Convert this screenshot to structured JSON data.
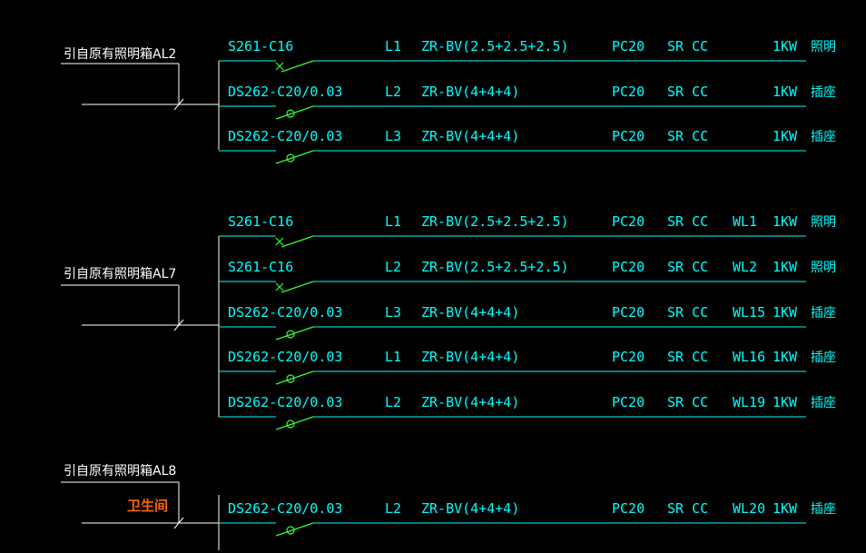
{
  "colors": {
    "background": "#000000",
    "line": "#00ffff",
    "switch": "#33ff33",
    "source": "#ffffff",
    "room_label": "#ff6600"
  },
  "groups": [
    {
      "source_label": "引自原有照明箱",
      "panel": "AL2",
      "room_label": "",
      "circuits": [
        {
          "breaker": "S261-C16",
          "rcd": false,
          "phase": "L1",
          "cable": "ZR-BV(2.5+2.5+2.5)",
          "conduit": "PC20",
          "method": "SR CC",
          "circuit_id": "",
          "power": "1KW",
          "use": "照明"
        },
        {
          "breaker": "DS262-C20/0.03",
          "rcd": true,
          "phase": "L2",
          "cable": "ZR-BV(4+4+4)",
          "conduit": "PC20",
          "method": "SR CC",
          "circuit_id": "",
          "power": "1KW",
          "use": "插座"
        },
        {
          "breaker": "DS262-C20/0.03",
          "rcd": true,
          "phase": "L3",
          "cable": "ZR-BV(4+4+4)",
          "conduit": "PC20",
          "method": "SR CC",
          "circuit_id": "",
          "power": "1KW",
          "use": "插座"
        }
      ]
    },
    {
      "source_label": "引自原有照明箱",
      "panel": "AL7",
      "room_label": "",
      "circuits": [
        {
          "breaker": "S261-C16",
          "rcd": false,
          "phase": "L1",
          "cable": "ZR-BV(2.5+2.5+2.5)",
          "conduit": "PC20",
          "method": "SR CC",
          "circuit_id": "WL1",
          "power": "1KW",
          "use": "照明"
        },
        {
          "breaker": "S261-C16",
          "rcd": false,
          "phase": "L2",
          "cable": "ZR-BV(2.5+2.5+2.5)",
          "conduit": "PC20",
          "method": "SR CC",
          "circuit_id": "WL2",
          "power": "1KW",
          "use": "照明"
        },
        {
          "breaker": "DS262-C20/0.03",
          "rcd": true,
          "phase": "L3",
          "cable": "ZR-BV(4+4+4)",
          "conduit": "PC20",
          "method": "SR CC",
          "circuit_id": "WL15",
          "power": "1KW",
          "use": "插座"
        },
        {
          "breaker": "DS262-C20/0.03",
          "rcd": true,
          "phase": "L1",
          "cable": "ZR-BV(4+4+4)",
          "conduit": "PC20",
          "method": "SR CC",
          "circuit_id": "WL16",
          "power": "1KW",
          "use": "插座"
        },
        {
          "breaker": "DS262-C20/0.03",
          "rcd": true,
          "phase": "L2",
          "cable": "ZR-BV(4+4+4)",
          "conduit": "PC20",
          "method": "SR CC",
          "circuit_id": "WL19",
          "power": "1KW",
          "use": "插座"
        }
      ]
    },
    {
      "source_label": "引自原有照明箱",
      "panel": "AL8",
      "room_label": "卫生间",
      "circuits": [
        {
          "breaker": "DS262-C20/0.03",
          "rcd": true,
          "phase": "L2",
          "cable": "ZR-BV(4+4+4)",
          "conduit": "PC20",
          "method": "SR CC",
          "circuit_id": "WL20",
          "power": "1KW",
          "use": "插座"
        }
      ]
    }
  ]
}
